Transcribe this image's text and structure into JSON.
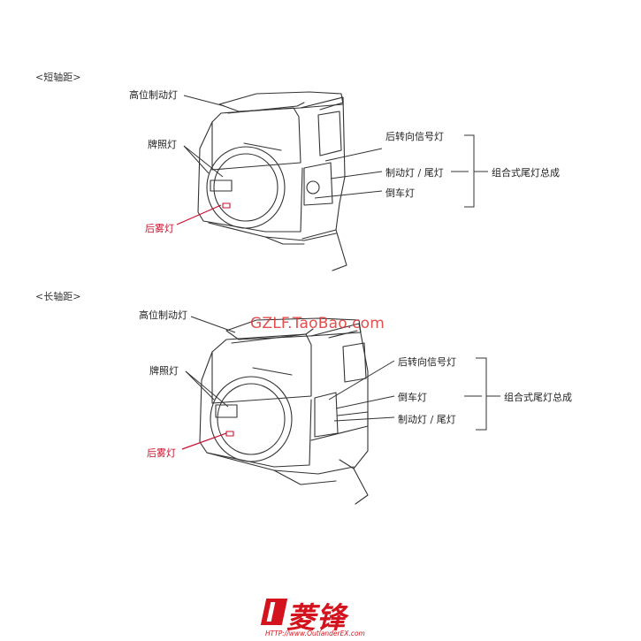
{
  "sections": [
    {
      "title": "<短轴距>",
      "labels": {
        "high_brake": "高位制动灯",
        "plate": "牌照灯",
        "fog": "后雾灯",
        "turn": "后转向信号灯",
        "brake_tail": "制动灯 / 尾灯",
        "reverse": "倒车灯",
        "combo": "组合式尾灯总成"
      }
    },
    {
      "title": "<长轴距>",
      "labels": {
        "high_brake": "高位制动灯",
        "plate": "牌照灯",
        "fog": "后雾灯",
        "turn": "后转向信号灯",
        "reverse": "倒车灯",
        "brake_tail": "制动灯 / 尾灯",
        "combo": "组合式尾灯总成"
      }
    }
  ],
  "watermark": "GZLF.TaoBao.com",
  "logo": {
    "brand_text": "菱锋",
    "url": "HTTP://www.OutlanderEX.com"
  },
  "colors": {
    "accent_red": "#c8102e",
    "logo_red": "#d3141e"
  }
}
